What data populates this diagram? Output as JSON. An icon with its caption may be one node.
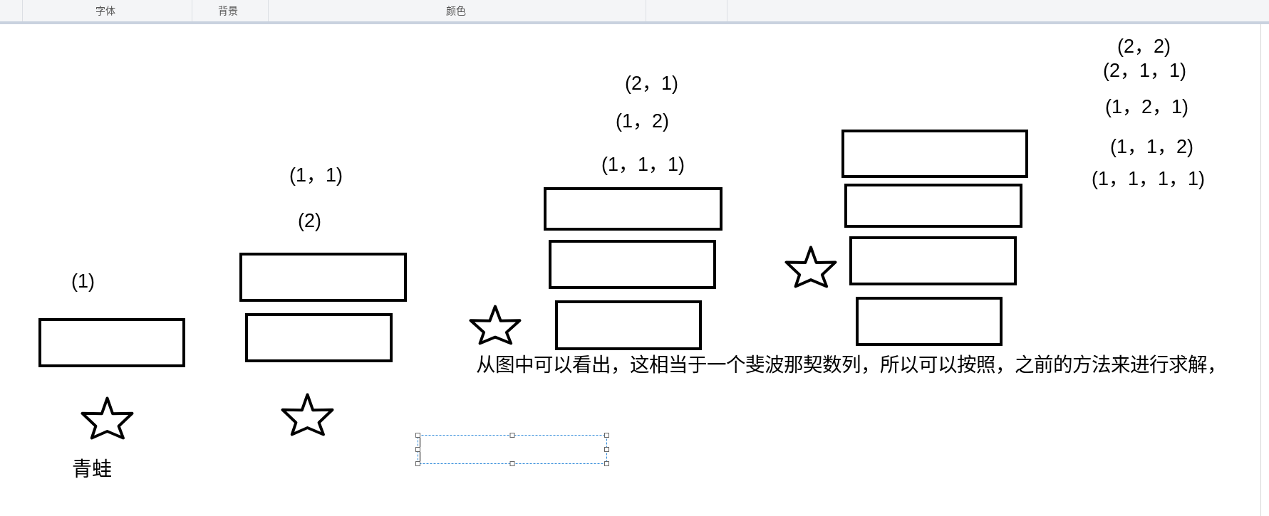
{
  "diagram": {
    "nodes": [
      {
        "text": [],
        "shape": "box"
      },
      {
        "text": [],
        "shape": "box"
      },
      {
        "text": [],
        "shape": "box"
      },
      {
        "text": [],
        "shape": "box"
      },
      {
        "text": [],
        "shape": "box"
      },
      {
        "text": [],
        "shape": "box"
      },
      {
        "text": [],
        "shape": "box"
      },
      {
        "text": [],
        "shape": "box"
      },
      {
        "text": [],
        "shape": "box"
      },
      {
        "text": [],
        "shape": "box"
      }
    ],
    "labels": [
      "字体",
      "背景",
      "颜色",
      "(1)",
      "青蛙",
      "(1，1)",
      "(2)",
      "(2，1)",
      "(1，2)",
      "(1，1，1)",
      "(2，2)",
      "(2，1，1)",
      "(1，2，1)",
      "(1，1，2)",
      "(1，1，1，1)",
      "从图中可以看出，这相当于一个斐波那契数列，所以可以按照，之前的方法来进行求解，"
    ]
  }
}
